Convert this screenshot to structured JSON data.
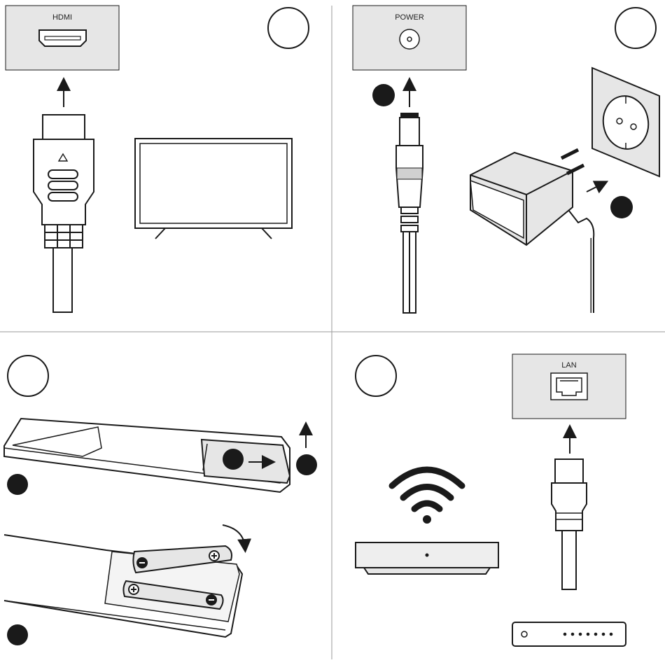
{
  "ports": {
    "hdmi": "HDMI",
    "power": "POWER",
    "lan": "LAN"
  },
  "steps": [
    {
      "id": "hdmi",
      "label": ""
    },
    {
      "id": "power",
      "label": ""
    },
    {
      "id": "remote",
      "label": ""
    },
    {
      "id": "network",
      "label": ""
    }
  ],
  "colors": {
    "line": "#1a1a1a",
    "panel": "#e6e6e6",
    "device": "#eeeeee",
    "divider": "#9a9a9a"
  }
}
